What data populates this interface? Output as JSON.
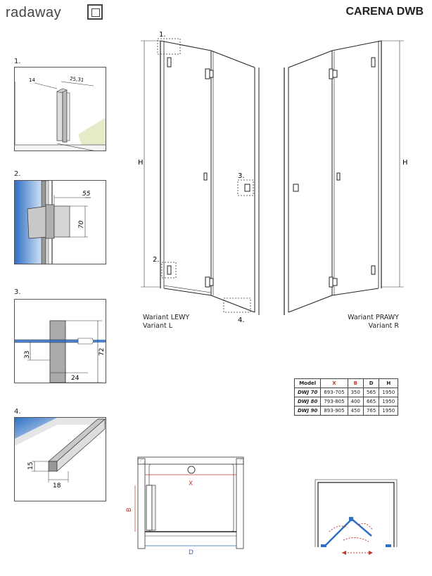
{
  "brand": {
    "name": "radaway",
    "logo_icon": "square-frame-icon"
  },
  "product_title": "CARENA DWB",
  "details": [
    {
      "num": "1.",
      "dims": [
        "14",
        "25,31"
      ]
    },
    {
      "num": "2.",
      "dims": [
        "55",
        "70"
      ]
    },
    {
      "num": "3.",
      "dims": [
        "72",
        "33",
        "24"
      ]
    },
    {
      "num": "4.",
      "dims": [
        "15",
        "18"
      ]
    }
  ],
  "elevation": {
    "height_label": "H",
    "callouts": [
      "1.",
      "2.",
      "3.",
      "4."
    ],
    "variant_left": {
      "line1": "Wariant LEWY",
      "line2": "Variant L"
    },
    "variant_right": {
      "line1": "Wariant PRAWY",
      "line2": "Variant R"
    }
  },
  "spec_table": {
    "headers": [
      "Model",
      "X",
      "B",
      "D",
      "H"
    ],
    "rows": [
      [
        "DWJ 70",
        "693-705",
        "350",
        "565",
        "1950"
      ],
      [
        "DWJ 80",
        "793-805",
        "400",
        "665",
        "1950"
      ],
      [
        "DWJ 90",
        "893-905",
        "450",
        "765",
        "1950"
      ]
    ]
  },
  "plan": {
    "x_label": "X",
    "b_label": "B",
    "d_label": "D"
  },
  "colors": {
    "accent_red": "#c0392b",
    "accent_blue": "#2f6fc4",
    "wall_blue": "#5b8fd6",
    "floor_green": "#e3ecc6"
  }
}
